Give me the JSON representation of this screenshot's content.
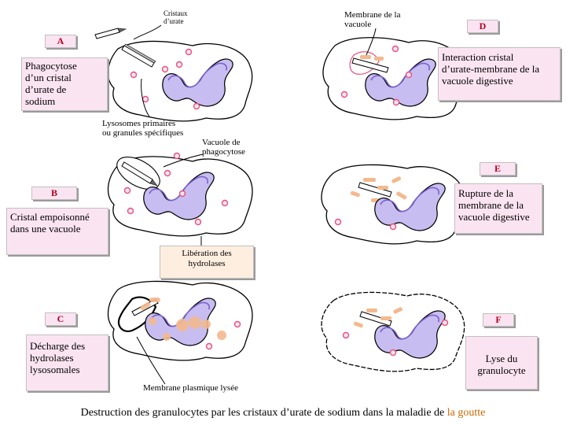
{
  "panels": {
    "a": {
      "tag": "A",
      "box": "Phagocytose\nd’un cristal\nd’urate de\nsodium"
    },
    "b": {
      "tag": "B",
      "box": "Cristal empoisonné\ndans une vacuole"
    },
    "c": {
      "tag": "C",
      "box": "Décharge des\nhydrolases\nlysosomales"
    },
    "d": {
      "tag": "D",
      "box": "Interaction cristal\nd’urate-membrane de la\nvacuole digestive"
    },
    "e": {
      "tag": "E",
      "box": "Rupture de la\nmembrane de la\nvacuole digestive"
    },
    "f": {
      "tag": "F",
      "box": "Lyse du\ngranulocyte"
    }
  },
  "labels": {
    "cristaux": "Cristaux\nd’urate",
    "membrane_vacuole": "Membrane de la\nvacuole",
    "lysosomes": "Lysosomes primaires\nou granules spécifiques",
    "vacuole_phago": "Vacuole de\nphagocytose",
    "liberation": "Libération des\nhydrolases",
    "membrane_lysee": "Membrane plasmique lysée"
  },
  "caption": {
    "main": "Destruction des granulocytes par les cristaux d’urate de sodium dans la maladie de ",
    "highlight": "la goutte"
  },
  "colors": {
    "box_fill": "#fbe4f2",
    "tag_text": "#b3001b",
    "enzyme": "#f4b98e",
    "lysosome": "#e8507a",
    "nucleus_fill": "#c8bdf0",
    "highlight": "#cc6600"
  }
}
